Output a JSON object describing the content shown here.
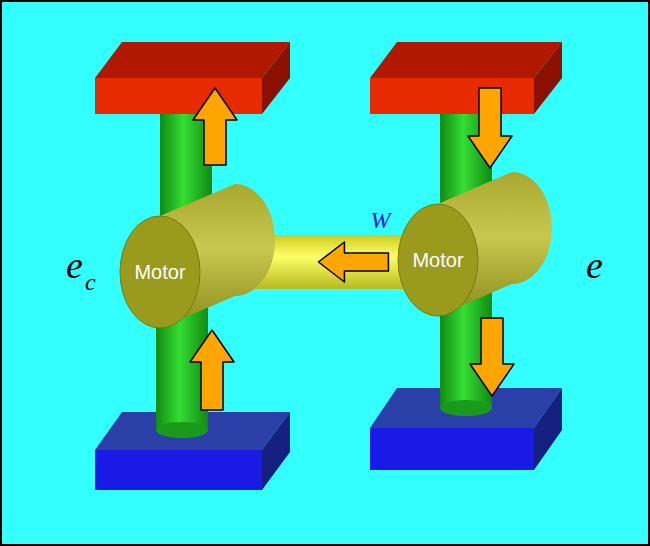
{
  "diagram": {
    "nodes": [
      {
        "text": [
          "Motor"
        ]
      },
      {
        "text": [
          "Motor"
        ]
      }
    ],
    "edges": [
      {
        "from": 1,
        "to": 0,
        "arrow": "to",
        "label": "W"
      }
    ],
    "labels": [
      "e",
      "c",
      "e"
    ]
  }
}
